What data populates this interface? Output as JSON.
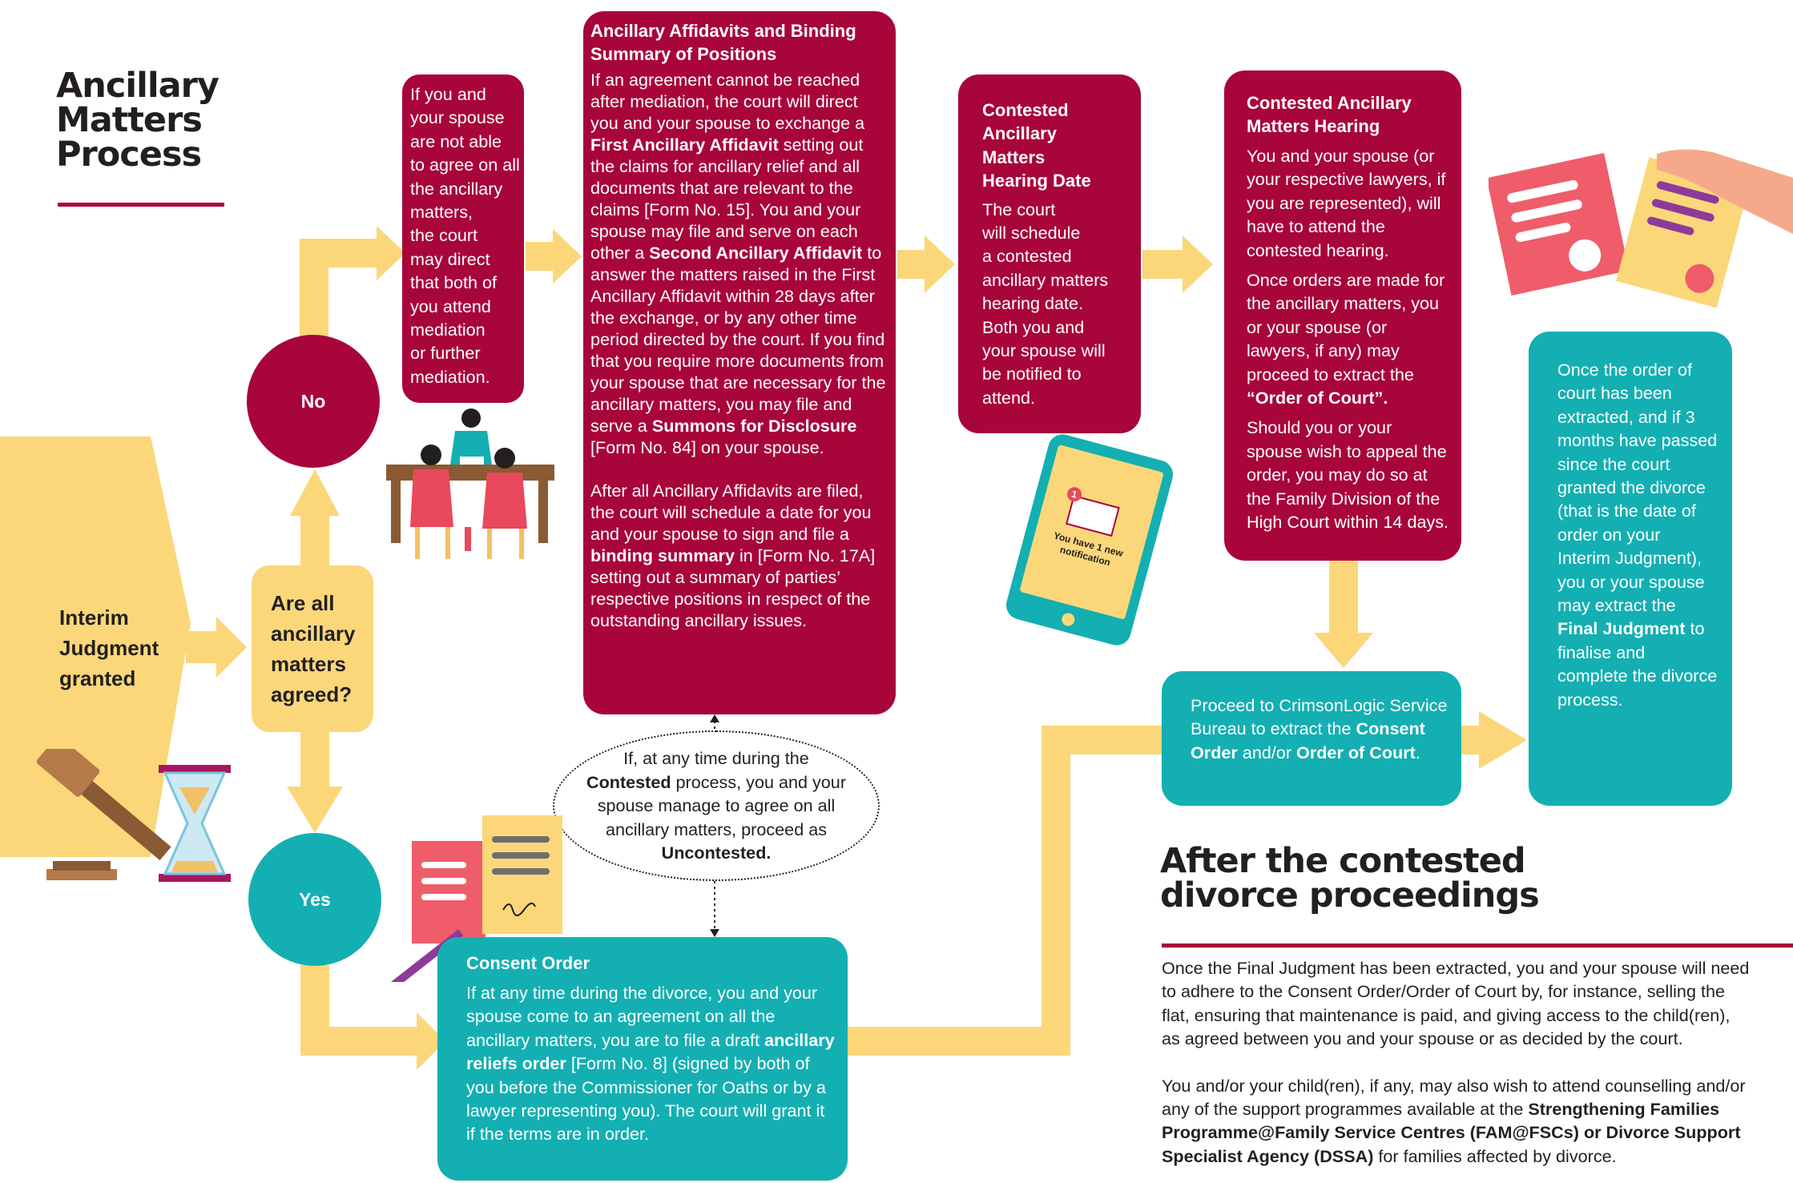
{
  "title": {
    "line1": "Ancillary",
    "line2": "Matters",
    "line3": "Process"
  },
  "start": {
    "label_line1": "Interim",
    "label_line2": "Judgment",
    "label_line3": "granted"
  },
  "question": {
    "line1": "Are all",
    "line2": "ancillary",
    "line3": "matters",
    "line4": "agreed?"
  },
  "no_label": "No",
  "yes_label": "Yes",
  "mediation": {
    "lines": [
      "If you and",
      "your spouse",
      "are not able",
      "to agree on all",
      "the ancillary",
      "matters,",
      "the court",
      "may direct",
      "that both of",
      "you attend",
      "mediation",
      "or further",
      "mediation."
    ]
  },
  "affidavits": {
    "title_line1": "Ancillary Affidavits and Binding",
    "title_line2": "Summary of Positions",
    "p1": {
      "t1": "If an agreement cannot be reached after mediation, the court will direct you and your spouse to exchange a ",
      "b1": "First Ancillary Affidavit",
      "t2": " setting out the claims for ancillary relief and all documents that are relevant to the claims [Form No. 15]. You and your spouse may file and serve on each other a ",
      "b2": "Second Ancillary Affidavit",
      "t3": " to answer the matters raised in the First Ancillary Affidavit within 28 days after the exchange, or by any other time period directed by the court. If you find that you require more documents from your spouse that are necessary for the ancillary matters, you may file and serve a ",
      "b3": "Summons for Disclosure",
      "t4": " [Form No. 84] on your spouse."
    },
    "p2": {
      "t1": "After all Ancillary Affidavits are filed, the court will schedule a date for you and your spouse to sign and file a ",
      "b1": "binding summary",
      "t2": " in [Form No. 17A] setting out a summary of parties’ respective positions in respect of the outstanding ancillary issues."
    }
  },
  "hearing_date": {
    "title_lines": [
      "Contested",
      "Ancillary",
      "Matters",
      "Hearing Date"
    ],
    "body_lines": [
      "The court",
      "will schedule",
      "a contested",
      "ancillary matters",
      "hearing date.",
      "Both you and",
      "your spouse will",
      "be notified to",
      "attend."
    ]
  },
  "hearing": {
    "title_line1": "Contested Ancillary",
    "title_line2": "Matters Hearing",
    "p1": "You and your spouse (or your respective lawyers, if you are represented), will have to attend the contested hearing.",
    "p2_t1": "Once orders are made for the ancillary matters, you or your spouse (or lawyers, if any) may proceed to extract the ",
    "p2_b1": "“Order of Court”.",
    "p3": "Should you or your spouse wish to appeal the order, you may do so at the Family Division of the High Court within 14 days."
  },
  "phone": {
    "badge": "1",
    "notification": "You have 1 new notification"
  },
  "extract": {
    "t1": "Proceed to CrimsonLogic Service Bureau to extract the ",
    "b1": "Consent Order",
    "t2": " and/or ",
    "b2": "Order of Court",
    "t3": "."
  },
  "final": {
    "t1": "Once the order of court has been extracted, and if 3 months have passed since the court granted the divorce (that is the date of order on your Interim Judgment), you or your spouse may extract the ",
    "b1": "Final Judgment",
    "t2": " to finalise and complete the divorce process."
  },
  "uncontested_note": {
    "t1": "If, at any time during the ",
    "b1": "Contested",
    "t2": " process, you and your spouse manage to agree on all ancillary matters, proceed as ",
    "b2": "Uncontested."
  },
  "consent": {
    "title": "Consent Order",
    "t1": "If at any time during the divorce, you and your spouse come to an agreement on all the ancillary matters, you are to file a draft ",
    "b1": "ancillary reliefs order",
    "t2": " [Form No. 8] (signed by both of you before the Commissioner for Oaths or by a lawyer representing you). The court will grant it if the terms are in order."
  },
  "after": {
    "title_line1": "After the contested",
    "title_line2": "divorce proceedings",
    "p1": "Once the Final Judgment has been extracted, you and your spouse will need to adhere to the Consent Order/Order of Court by, for instance, selling the flat, ensuring that maintenance is paid, and giving access to the child(ren), as agreed between you and your spouse or as decided by the court.",
    "p2_t1": "You and/or your child(ren), if any, may also wish to attend counselling and/or any of the support programmes available at the ",
    "p2_b1": "Strengthening Families Programme@Family Service Centres (FAM@FSCs) or Divorce Support Specialist Agency (DSSA)",
    "p2_t2": " for families affected by divorce."
  },
  "colors": {
    "crimson": "#a8053a",
    "teal": "#14afb2",
    "yellow": "#fbd77a",
    "dark": "#231f20"
  }
}
